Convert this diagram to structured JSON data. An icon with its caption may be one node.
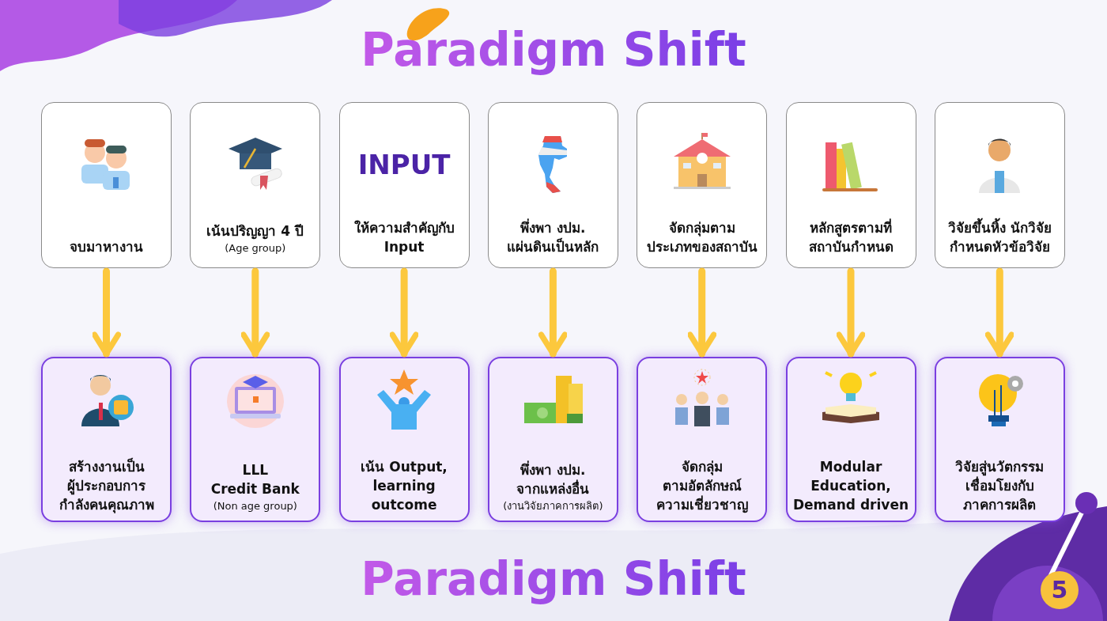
{
  "diagram": {
    "title": "Paradigm Shift",
    "nodes": [
      {
        "text": [
          "จบมาหางาน"
        ]
      },
      {
        "text": [
          "เน้นปริญญา 4 ปี",
          "(Age group)"
        ]
      },
      {
        "text": [
          "INPUT",
          "ให้ความสำคัญกับ Input"
        ]
      },
      {
        "text": [
          "พึ่งพา งปม.แผ่นดินเป็นหลัก"
        ]
      },
      {
        "text": [
          "จัดกลุ่มตามประเภทของสถาบัน"
        ]
      },
      {
        "text": [
          "หลักสูตรตามที่สถาบันกำหนด"
        ]
      },
      {
        "text": [
          "วิจัยขึ้นหิ้ง นักวิจัยกำหนดหัวข้อวิจัย"
        ]
      },
      {
        "text": [
          "สร้างงานเป็นผู้ประกอบการกำลังคนคุณภาพ"
        ]
      },
      {
        "text": [
          "LLL Credit Bank",
          "(Non age group)"
        ]
      },
      {
        "text": [
          "เน้น Output, learning outcome"
        ]
      },
      {
        "text": [
          "พึ่งพา งปม.จากแหล่งอื่น",
          "(งานวิจัยภาคการผลิต)"
        ]
      },
      {
        "text": [
          "จัดกลุ่มตามอัตลักษณ์ความเชี่ยวชาญ"
        ]
      },
      {
        "text": [
          "Modular Education, Demand driven"
        ]
      },
      {
        "text": [
          "วิจัยสู่นวัตกรรมเชื่อมโยงกับภาคการผลิต"
        ]
      }
    ],
    "edges": [
      {
        "from": 0,
        "to": 7,
        "arrow": "to"
      },
      {
        "from": 1,
        "to": 8,
        "arrow": "to"
      },
      {
        "from": 2,
        "to": 9,
        "arrow": "to"
      },
      {
        "from": 3,
        "to": 10,
        "arrow": "to"
      },
      {
        "from": 4,
        "to": 11,
        "arrow": "to"
      },
      {
        "from": 5,
        "to": 12,
        "arrow": "to"
      },
      {
        "from": 6,
        "to": 13,
        "arrow": "to"
      }
    ],
    "labels": [
      "Paradigm Shift",
      "5"
    ]
  }
}
